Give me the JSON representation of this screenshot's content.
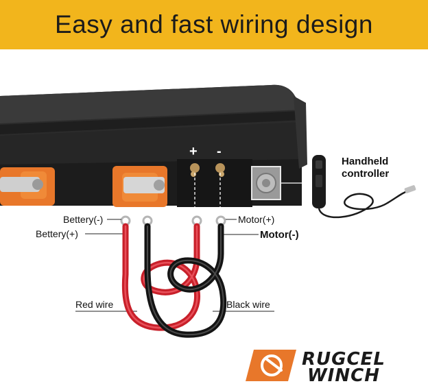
{
  "banner": {
    "title": "Easy and fast wiring design"
  },
  "terminals": {
    "plus": "+",
    "minus": "-"
  },
  "labels": {
    "battery_neg": "Bettery(-)",
    "battery_pos": "Bettery(+)",
    "motor_pos": "Motor(+)",
    "motor_neg": "Motor(-)",
    "handheld": "Handheld\ncontroller",
    "handheld_line1": "Handheld",
    "handheld_line2": "controller",
    "red_wire": "Red wire",
    "black_wire": "Black wire"
  },
  "brand": {
    "line1": "RUGCEL",
    "line2": "WINCH",
    "accent_color": "#e8772a"
  },
  "colors": {
    "banner": "#f2b51c",
    "housing": "#2a2a2a",
    "bracket": "#e8772a",
    "red_wire": "#c8202a",
    "black_wire": "#141414"
  }
}
